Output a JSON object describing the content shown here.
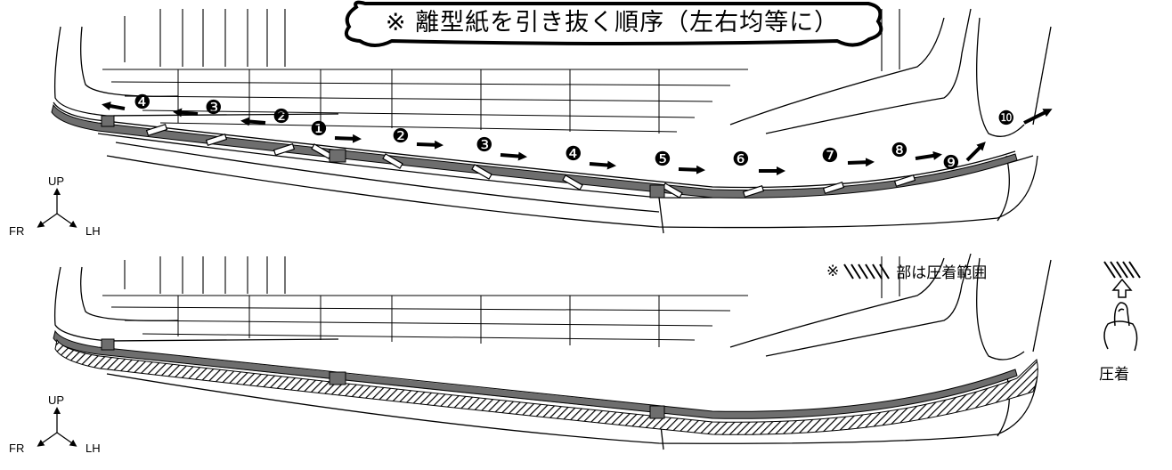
{
  "instruction": "※ 離型紙を引き抜く順序（左右均等に）",
  "note": {
    "prefix": "※",
    "text": "部は圧着範囲"
  },
  "press_label": "圧着",
  "axes": {
    "up": "UP",
    "fr": "FR",
    "lh": "LH"
  },
  "steps_left": [
    "❹",
    "❸",
    "❷"
  ],
  "steps_right": [
    "❶",
    "❷",
    "❸",
    "❹",
    "❺",
    "❻",
    "❼",
    "❽",
    "❾",
    "❿"
  ],
  "colors": {
    "line": "#000000",
    "tape": "#6e6e6e",
    "fill": "#ffffff"
  }
}
